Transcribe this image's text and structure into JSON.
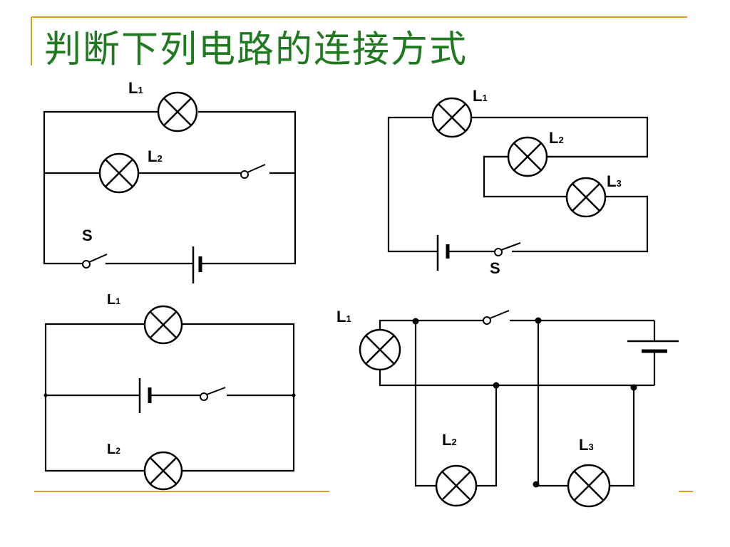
{
  "slide": {
    "title": "判断下列电路的连接方式",
    "accent_color": "#d9a21b",
    "title_color": "#1f7a1f"
  },
  "circuits": [
    {
      "id": "top-left",
      "labels": {
        "L1": "L",
        "L1_sub": "1",
        "L2": "L",
        "L2_sub": "2",
        "S": "S"
      }
    },
    {
      "id": "top-right",
      "labels": {
        "L1": "L",
        "L1_sub": "1",
        "L2": "L",
        "L2_sub": "2",
        "L3": "L",
        "L3_sub": "3",
        "S": "S"
      }
    },
    {
      "id": "bottom-left",
      "labels": {
        "L1": "L",
        "L1_sub": "1",
        "L2": "L",
        "L2_sub": "2"
      }
    },
    {
      "id": "bottom-right",
      "labels": {
        "L1": "L",
        "L1_sub": "1",
        "L2": "L",
        "L2_sub": "2",
        "L3": "L",
        "L3_sub": "3"
      }
    }
  ],
  "icons": [
    "lamp-icon",
    "switch-icon",
    "battery-icon"
  ]
}
